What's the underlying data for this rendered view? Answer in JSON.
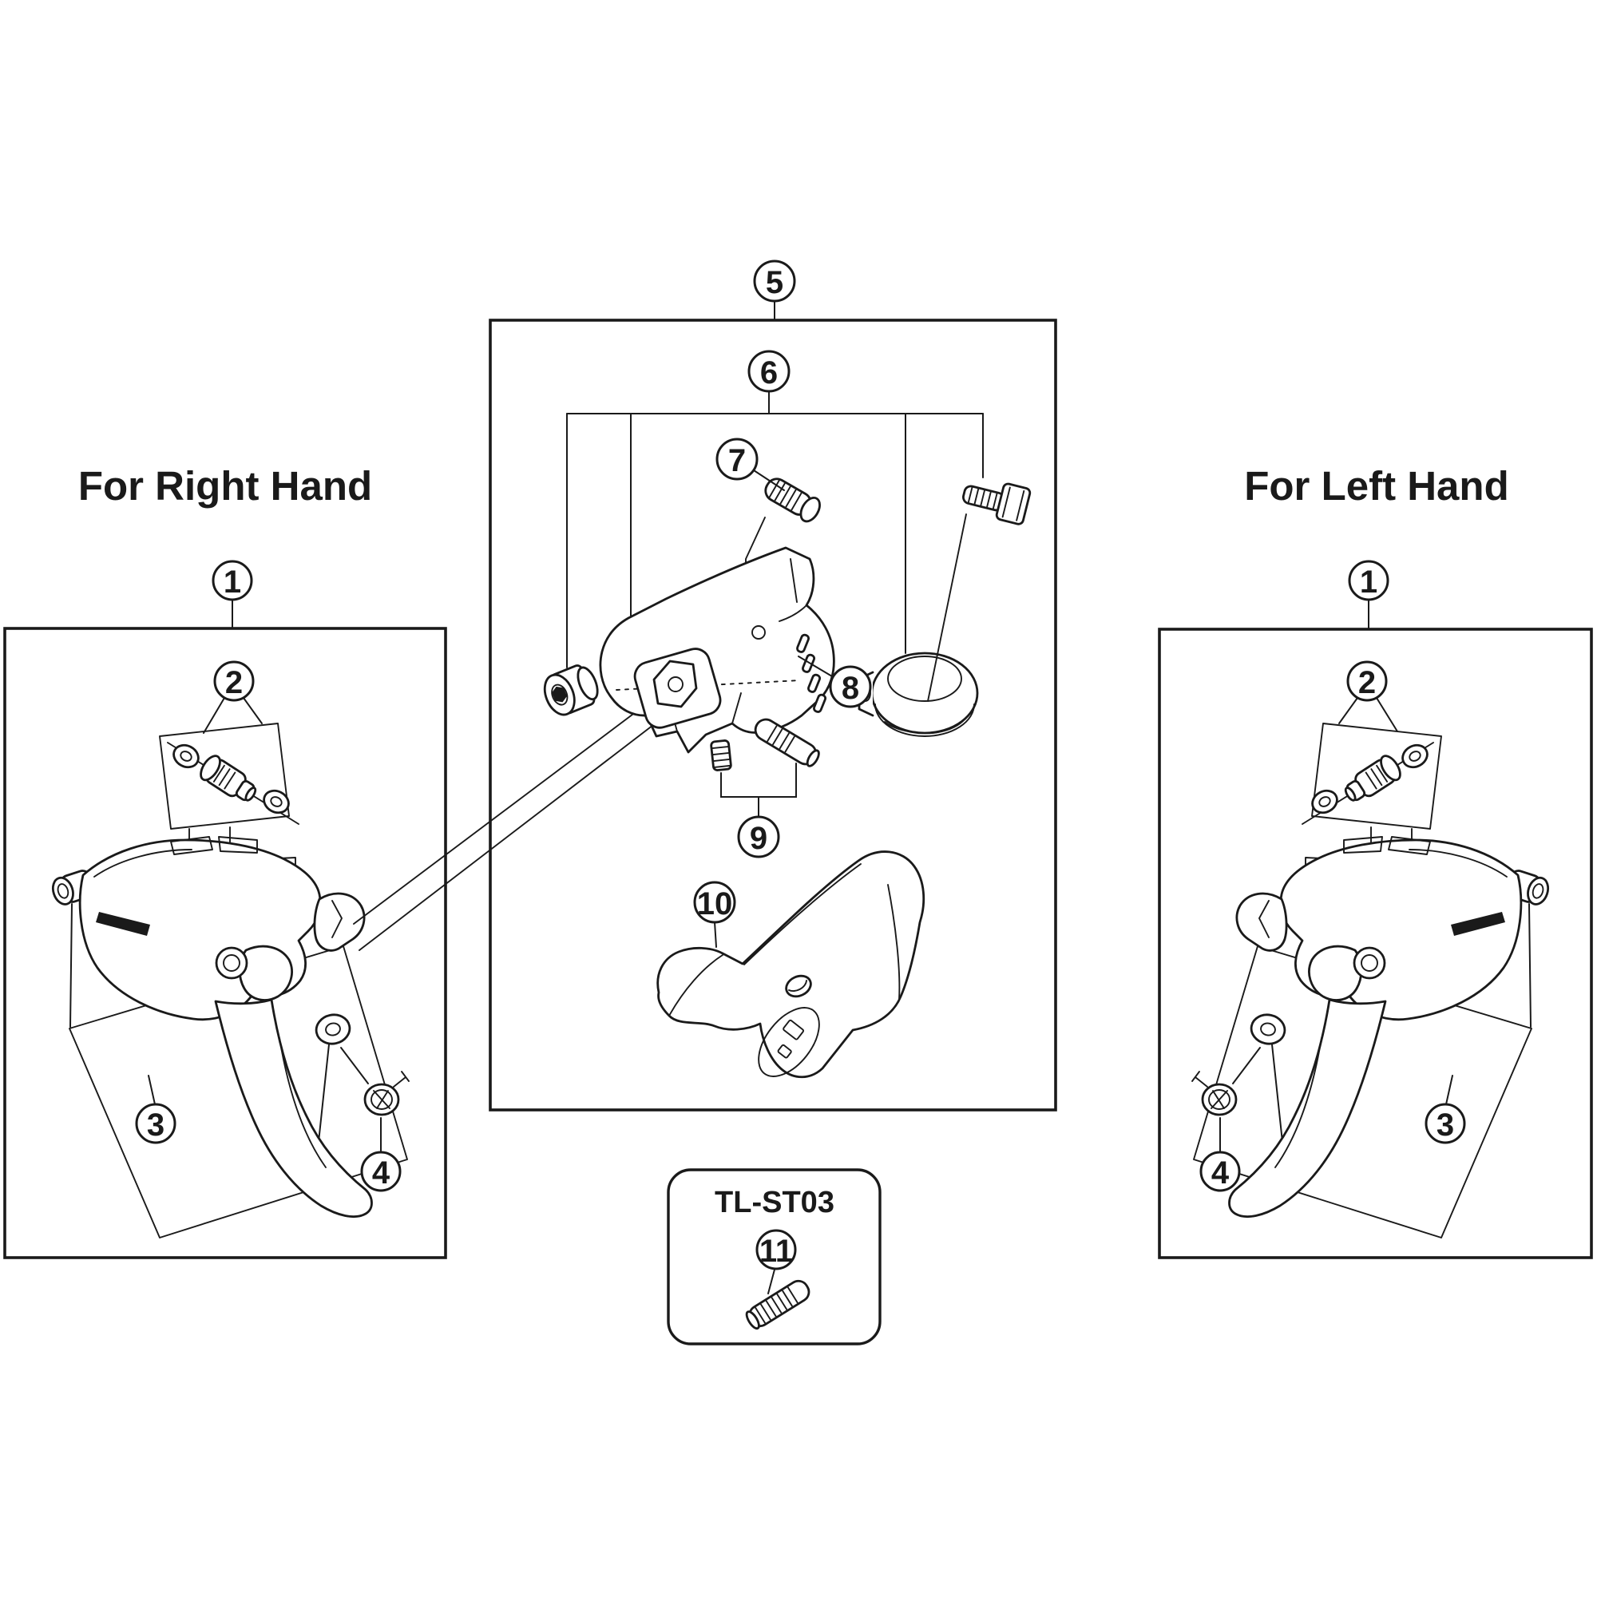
{
  "page": {
    "background": "#ffffff",
    "ink": "#1a1a1a"
  },
  "labels": {
    "right_hand": "For Right Hand",
    "left_hand": "For Left Hand",
    "tool": "TL-ST03"
  },
  "callouts": {
    "left": [
      {
        "n": "1"
      },
      {
        "n": "2"
      },
      {
        "n": "3"
      },
      {
        "n": "4"
      }
    ],
    "center": [
      {
        "n": "5"
      },
      {
        "n": "6"
      },
      {
        "n": "7"
      },
      {
        "n": "8"
      },
      {
        "n": "9"
      },
      {
        "n": "10"
      }
    ],
    "right": [
      {
        "n": "1"
      },
      {
        "n": "2"
      },
      {
        "n": "3"
      },
      {
        "n": "4"
      }
    ],
    "tool": [
      {
        "n": "11"
      }
    ]
  }
}
